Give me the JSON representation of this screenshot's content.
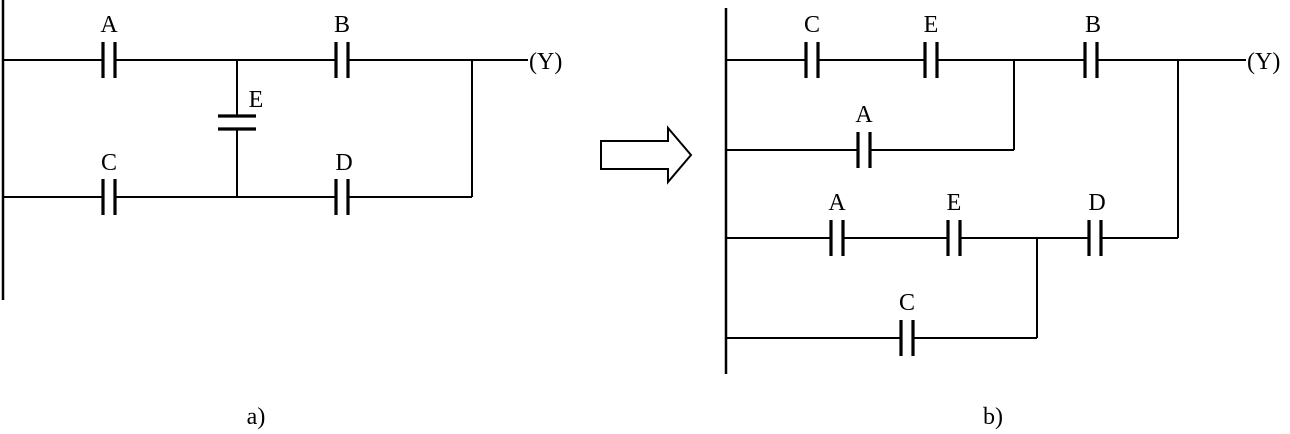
{
  "diagram_a": {
    "caption": "a)",
    "output": "(Y)",
    "contacts": {
      "a": "A",
      "b": "B",
      "c": "C",
      "d": "D",
      "e": "E"
    }
  },
  "diagram_b": {
    "caption": "b)",
    "output": "(Y)",
    "contacts": {
      "r1_c": "C",
      "r1_e": "E",
      "r1_b": "B",
      "r2_a": "A",
      "r3_a": "A",
      "r3_e": "E",
      "r3_d": "D",
      "r4_c": "C"
    }
  },
  "transform_arrow": "right-arrow-icon"
}
